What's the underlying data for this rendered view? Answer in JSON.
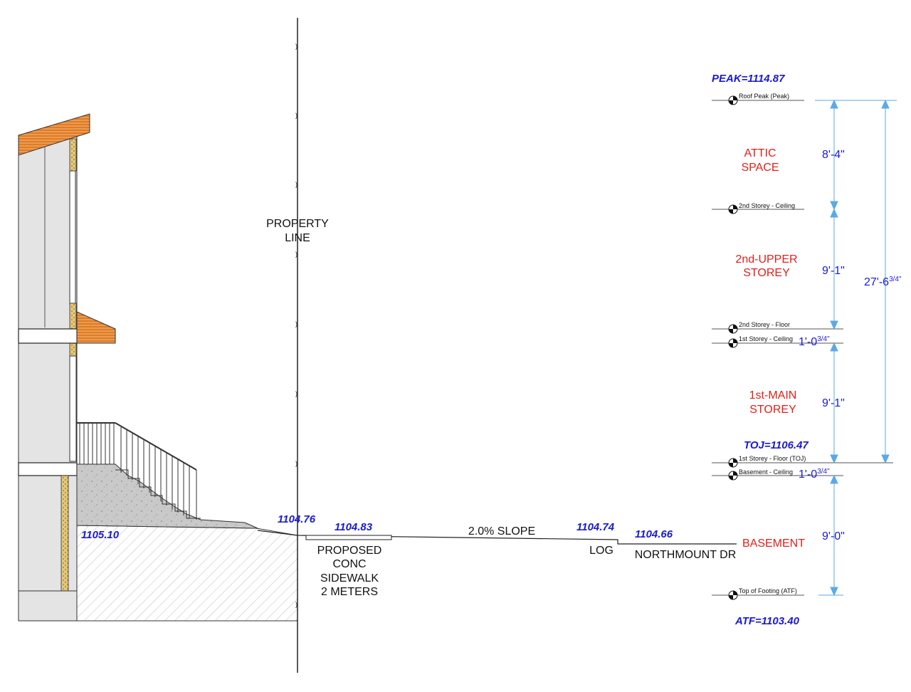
{
  "property_line": {
    "line1": "PROPERTY",
    "line2": "LINE"
  },
  "sidewalk": {
    "line1": "PROPOSED",
    "line2": "CONC",
    "line3": "SIDEWALK",
    "line4": "2 METERS"
  },
  "slope": "2.0% SLOPE",
  "log": "LOG",
  "street": "NORTHMOUNT DR",
  "grade_elevations": {
    "house": "1105.10",
    "property_line": "1104.76",
    "sidewalk": "1104.83",
    "log": "1104.74",
    "street": "1104.66"
  },
  "datums": {
    "peak": "PEAK=1114.87",
    "toj": "TOJ=1106.47",
    "atf": "ATF=1103.40"
  },
  "level_markers": {
    "roof_peak": "Roof Peak (Peak)",
    "second_ceiling": "2nd Storey - Ceiling",
    "second_floor": "2nd Storey - Floor",
    "first_ceiling": "1st Storey - Ceiling",
    "first_floor": "1st Storey - Floor (TOJ)",
    "basement_ceiling": "Basement - Ceiling",
    "footing": "Top of Footing (ATF)"
  },
  "spaces": {
    "attic_1": "ATTIC",
    "attic_2": "SPACE",
    "upper_1": "2nd-UPPER",
    "upper_2": "STOREY",
    "main_1": "1st-MAIN",
    "main_2": "STOREY",
    "basement": "BASEMENT"
  },
  "dimensions": {
    "attic": "8'-4\"",
    "upper": "9'-1\"",
    "floor_1_main": "1'-0",
    "floor_1_frac": "3/4\"",
    "main": "9'-1\"",
    "floor_2_main": "1'-0",
    "floor_2_frac": "3/4\"",
    "basement": "9'-0\"",
    "total_main": "27'-6",
    "total_frac": "3/4\""
  },
  "colors": {
    "dimension": "#5aaae6",
    "elevation_text": "#1a1ad0",
    "space_text": "#e0201a",
    "roof": "#e8832a"
  }
}
